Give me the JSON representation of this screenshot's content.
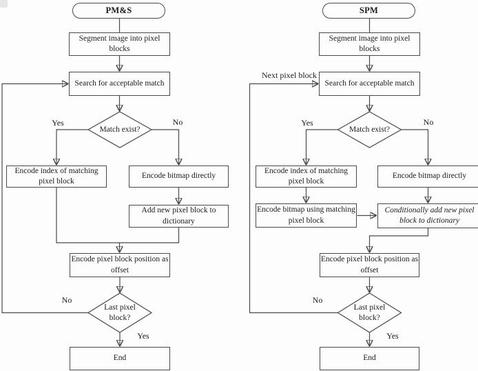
{
  "colors": {
    "ink": "#4a4a4a",
    "paper": "#fdfdfd"
  },
  "pms": {
    "title": "PM&S",
    "nodes": {
      "segment": "Segment image into pixel\nblocks",
      "search": "Search for acceptable match",
      "match_q": "Match exist?",
      "encode_index": "Encode index of matching\npixel block",
      "encode_direct": "Encode bitmap directly",
      "add_dict": "Add new pixel block to\ndictionary",
      "offset": "Encode pixel block position as\noffset",
      "last_q": "Last pixel\nblock?",
      "end": "End"
    },
    "edges": {
      "match_yes": "Yes",
      "match_no": "No",
      "last_no": "No",
      "last_yes": "Yes"
    }
  },
  "spm": {
    "title": "SPM",
    "nodes": {
      "segment": "Segment image into pixel\nblocks",
      "search": "Search for acceptable match",
      "match_q": "Match exist?",
      "encode_index": "Encode index of matching\npixel block",
      "encode_direct": "Encode bitmap directly",
      "encode_matching": "Encode bitmap using matching\npixel block",
      "cond_add": "Conditionally add new pixel\nblock to dictionary",
      "offset": "Encode pixel block position as\noffset",
      "last_q": "Last pixel\nblock?",
      "end": "End"
    },
    "edges": {
      "next_block": "Next pixel block",
      "match_yes": "Yes",
      "match_no": "No",
      "last_no": "No",
      "last_yes": "Yes"
    }
  }
}
